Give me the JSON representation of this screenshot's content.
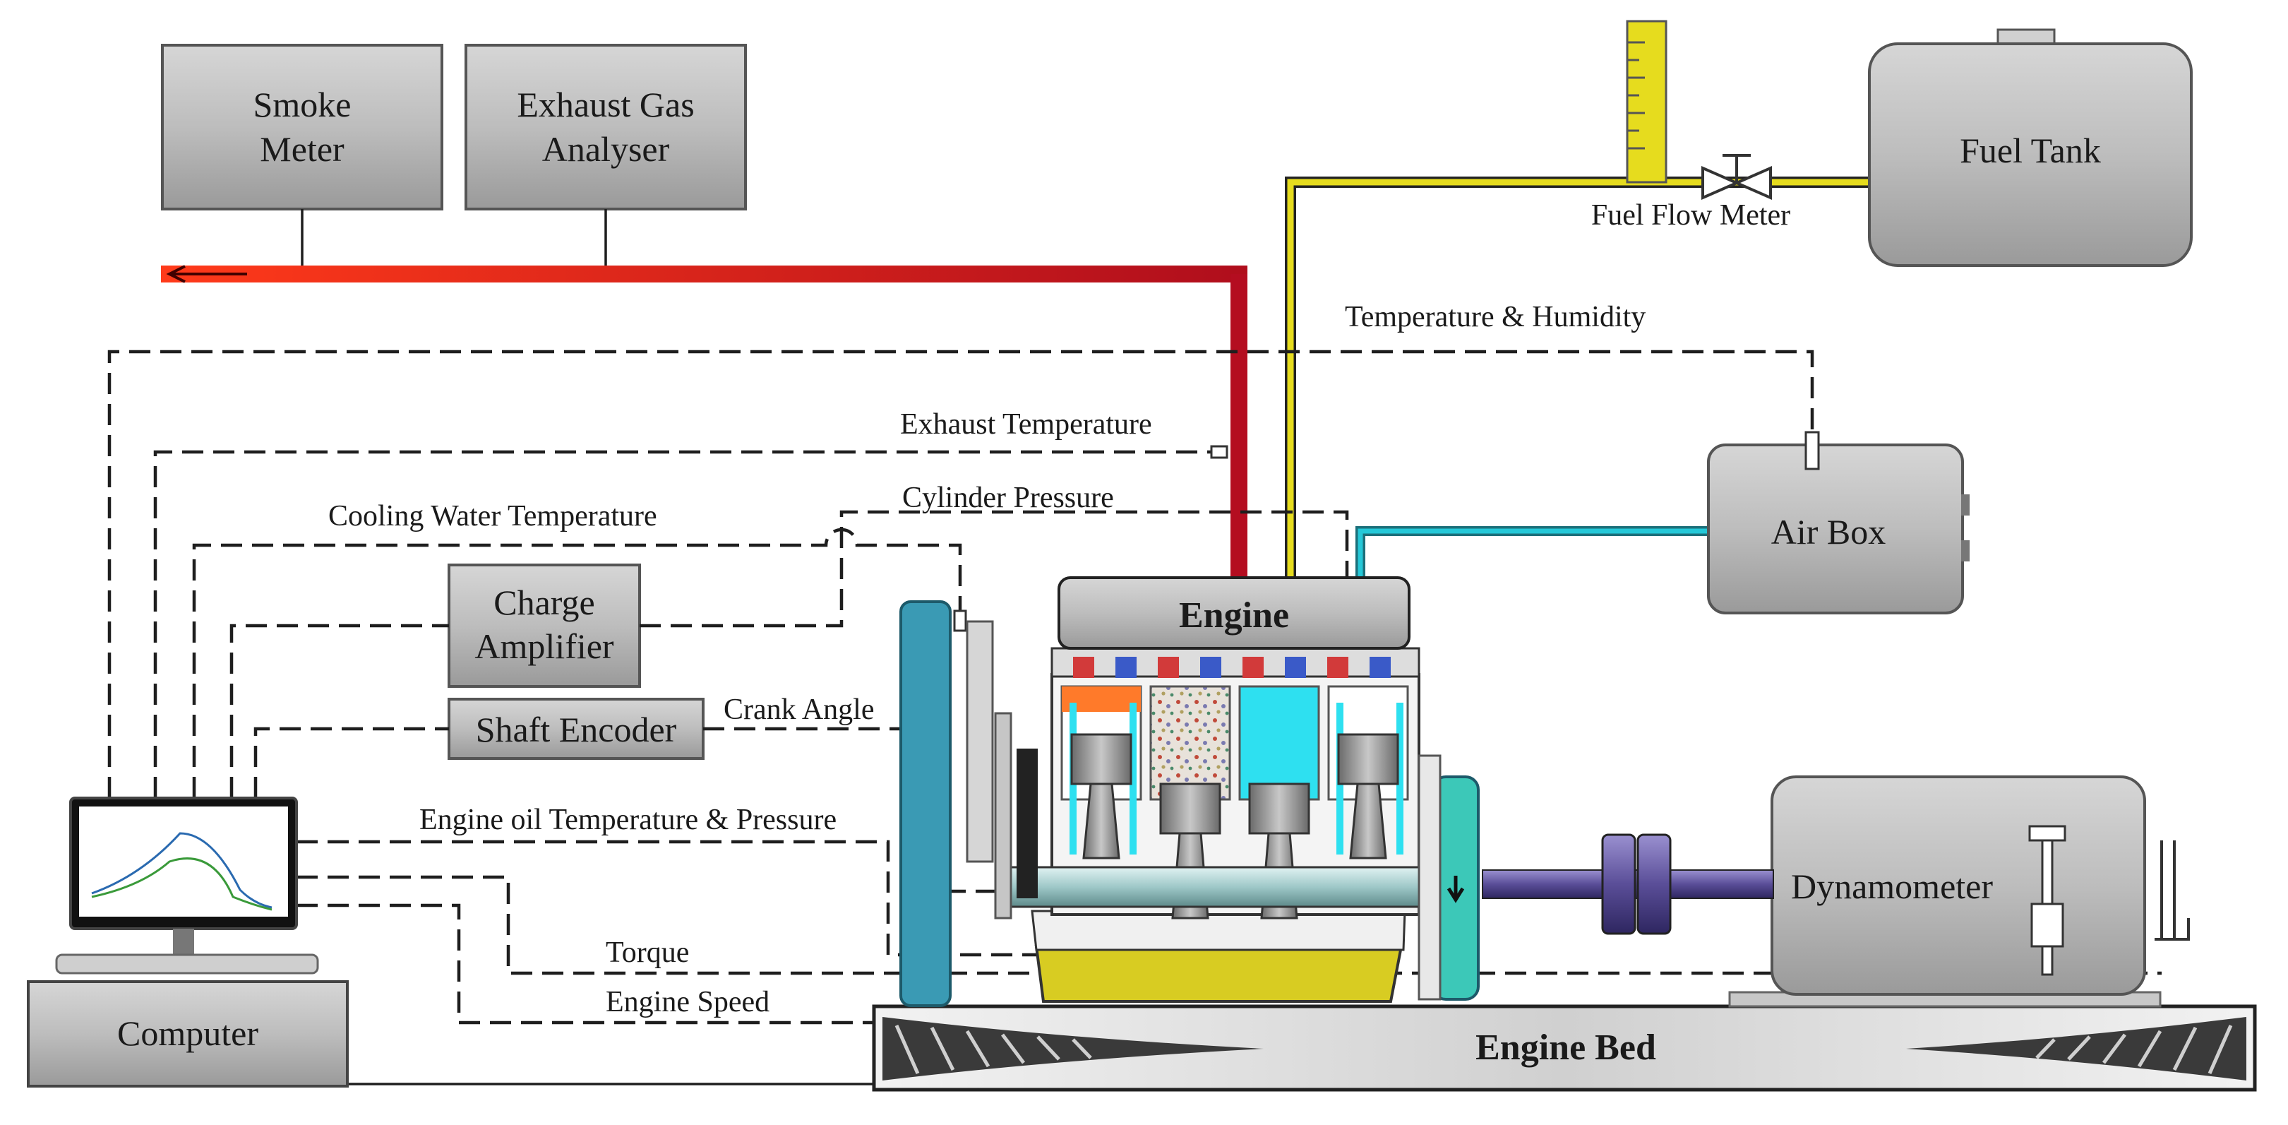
{
  "equipment": {
    "smoke_meter": [
      "Smoke",
      "Meter"
    ],
    "exhaust_gas_analyser": [
      "Exhaust Gas",
      "Analyser"
    ],
    "fuel_tank": "Fuel Tank",
    "fuel_flow_meter": "Fuel Flow Meter",
    "air_box": "Air Box",
    "charge_amplifier": [
      "Charge",
      "Amplifier"
    ],
    "shaft_encoder": "Shaft Encoder",
    "engine": "Engine",
    "dynamometer": "Dynamometer",
    "computer": "Computer",
    "engine_bed": "Engine Bed"
  },
  "signals": {
    "temperature_humidity": "Temperature & Humidity",
    "exhaust_temperature": "Exhaust Temperature",
    "cylinder_pressure": "Cylinder Pressure",
    "cooling_water_temperature": "Cooling Water Temperature",
    "crank_angle": "Crank Angle",
    "engine_oil": "Engine oil Temperature & Pressure",
    "torque": "Torque",
    "engine_speed": "Engine Speed"
  },
  "colors": {
    "exhaust_line": "#d01010",
    "exhaust_line_start": "#ff3a1a",
    "fuel_line": "#e6dc1e",
    "air_line": "#25c8d8",
    "engine_coolant": "#2ee0f0",
    "oil_sump": "#d8cc22",
    "flywheel": "#3cc8b8",
    "pulley": "#3a9ab4",
    "equipment_gray": "#bdbdbd",
    "shaft": "#6a5ea8"
  }
}
